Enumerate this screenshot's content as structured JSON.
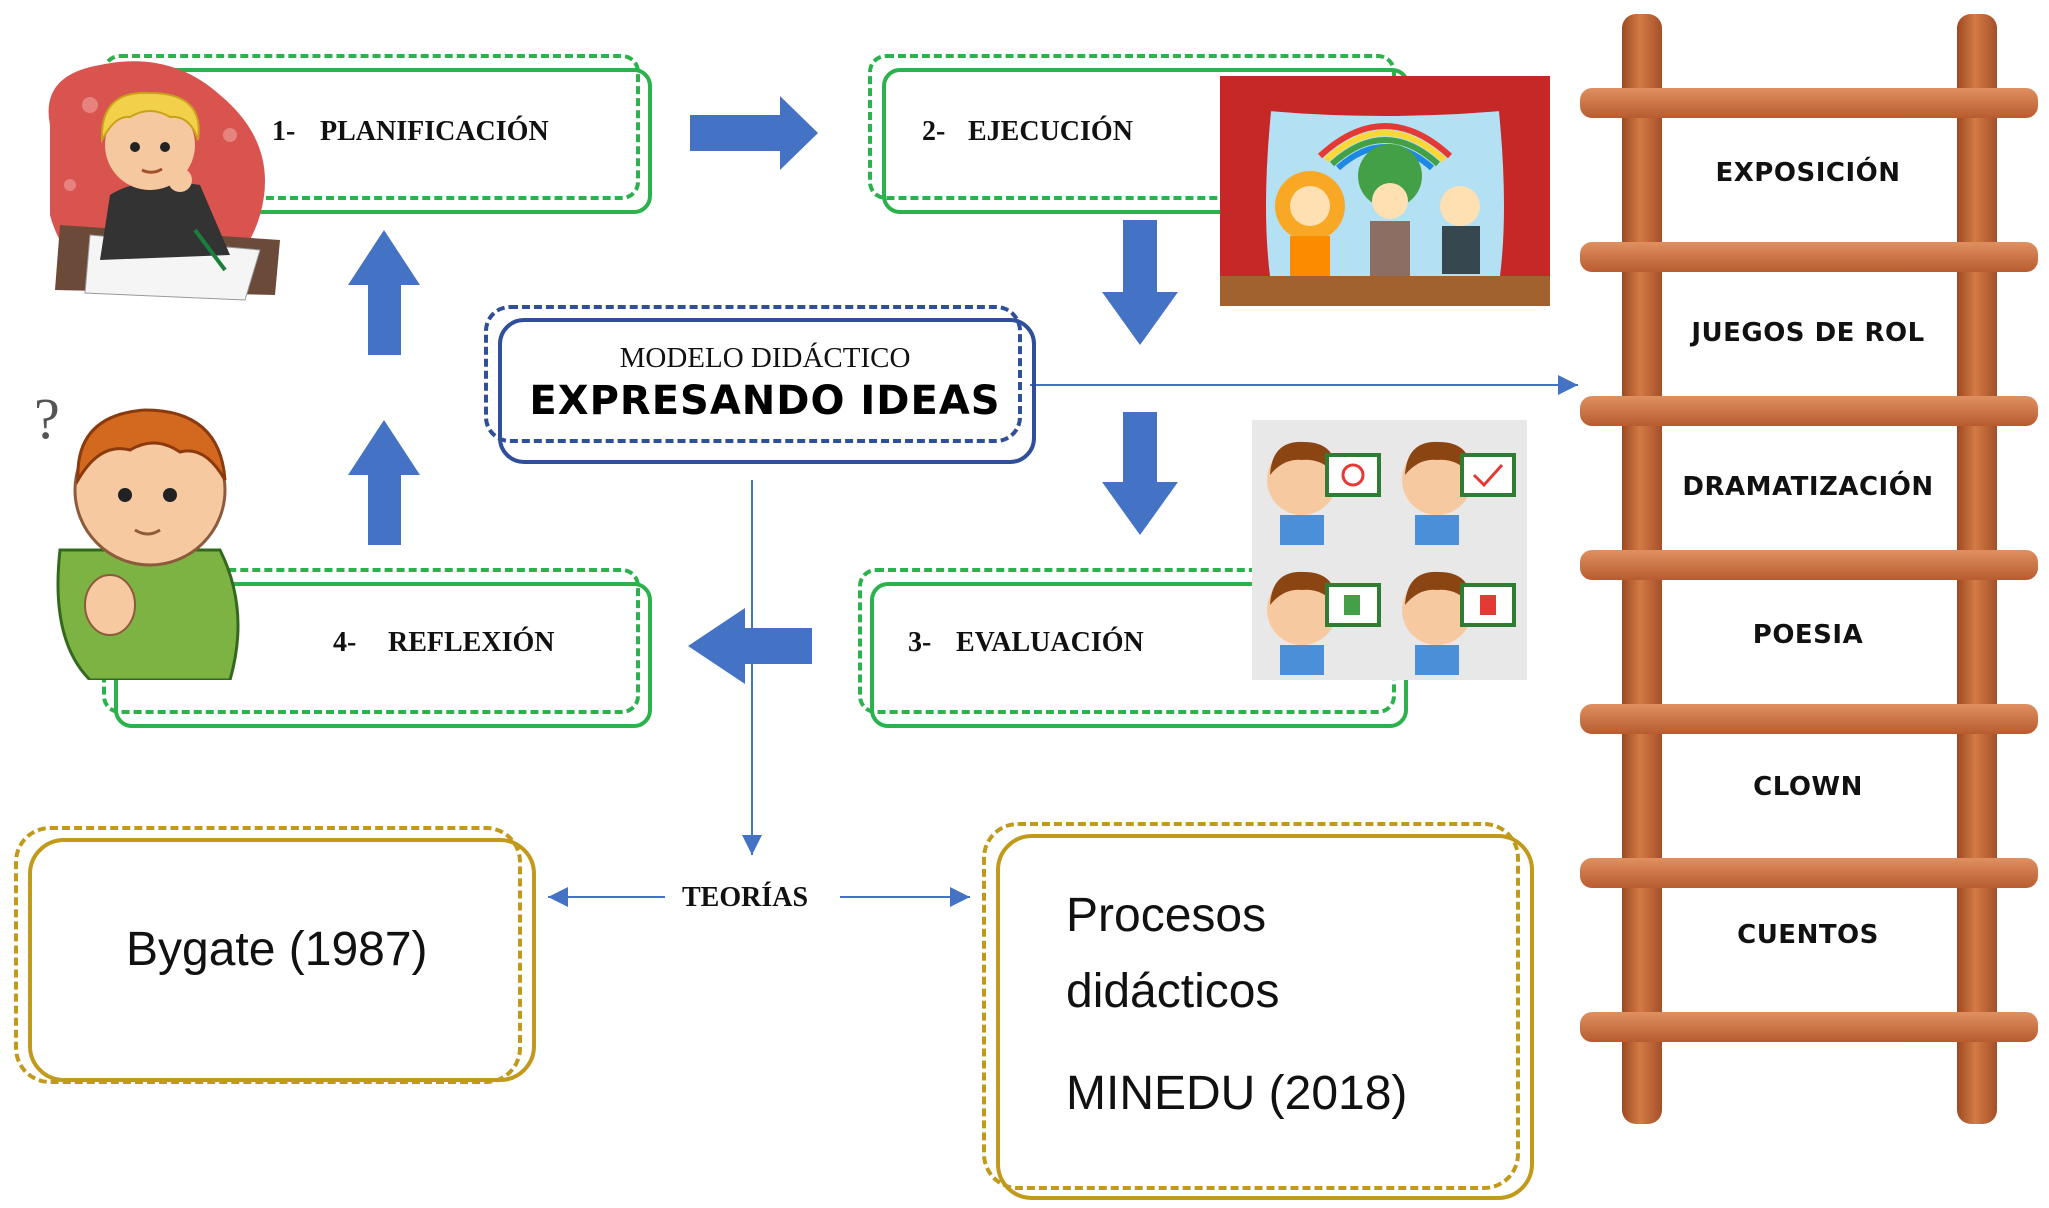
{
  "model": {
    "title_small": "MODELO DIDÁCTICO",
    "title_big": "EXPRESANDO IDEAS"
  },
  "steps": [
    {
      "number": "1-",
      "label": "PLANIFICACIÓN"
    },
    {
      "number": "2-",
      "label": "EJECUCIÓN"
    },
    {
      "number": "3-",
      "label": "EVALUACIÓN"
    },
    {
      "number": "4-",
      "label": "REFLEXIÓN"
    }
  ],
  "theories": {
    "label": "TEORÍAS",
    "left": "Bygate (1987)",
    "right_line1": "Procesos",
    "right_line2": "didácticos",
    "right_line3": "MINEDU (2018)"
  },
  "ladder": {
    "rungs": [
      "EXPOSICIÓN",
      "JUEGOS DE ROL",
      "DRAMATIZACIÓN",
      "POESIA",
      "CLOWN",
      "CUENTOS"
    ]
  },
  "illustrations": {
    "question_mark": "?"
  },
  "colors": {
    "step_border": "#2bb24c",
    "model_border": "#2f4f9a",
    "theory_border": "#c19a1b",
    "arrow": "#4472c4",
    "ladder_wood": "#c8683a"
  }
}
